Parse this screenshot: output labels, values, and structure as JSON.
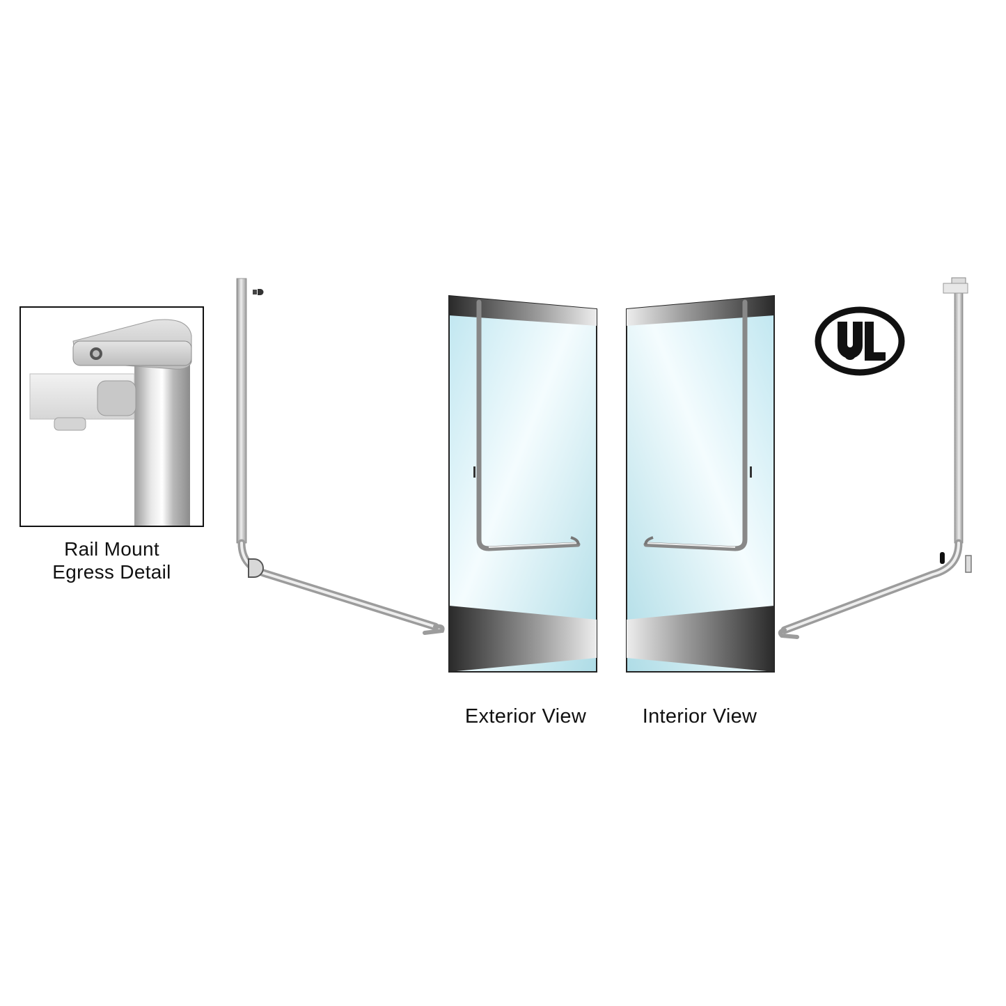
{
  "detail": {
    "caption_line1": "Rail Mount",
    "caption_line2": "Egress Detail"
  },
  "views": {
    "exterior_label": "Exterior View",
    "interior_label": "Interior View"
  },
  "certification": {
    "logo_text": "UL"
  },
  "colors": {
    "glass": "#cdeef5",
    "rail_metal": "#a8a8a8",
    "door_frame": "#2a2a2a",
    "text": "#111111"
  }
}
